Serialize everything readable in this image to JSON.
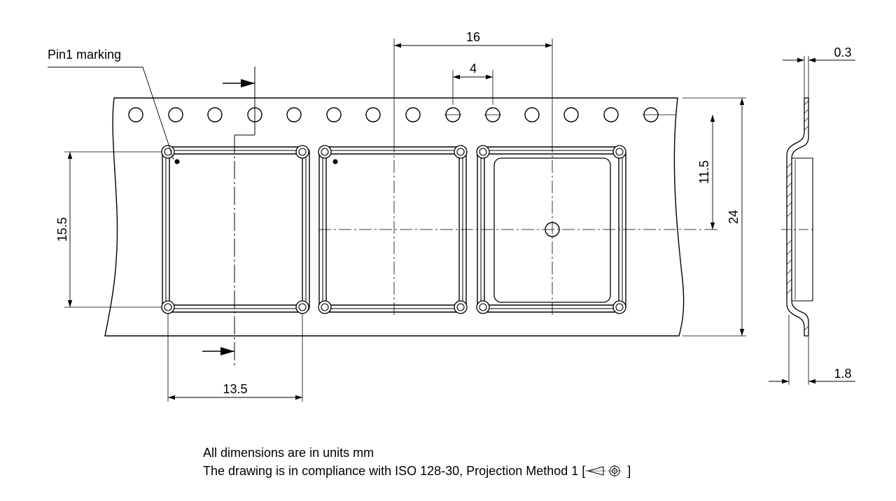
{
  "labels": {
    "pin1_marking": "Pin1 marking",
    "pitch_16": "16",
    "pitch_4": "4",
    "width_24": "24",
    "dim_11_5": "11.5",
    "dim_15_5": "15.5",
    "dim_13_5": "13.5",
    "thickness_0_3": "0.3",
    "depth_1_8": "1.8"
  },
  "notes": {
    "units": "All dimensions are in units mm",
    "compliance_prefix": "The drawing is in compliance with ISO 128-30, Projection Method 1 [",
    "compliance_suffix": "]"
  },
  "colors": {
    "line": "#000000",
    "background": "#ffffff"
  }
}
